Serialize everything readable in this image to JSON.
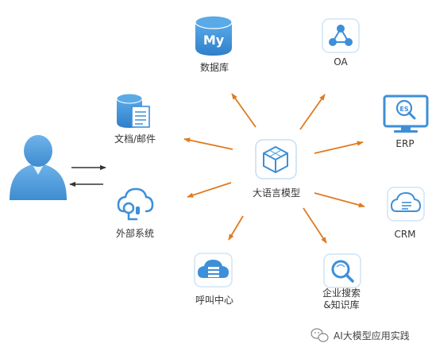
{
  "nodes": {
    "database": {
      "label": "数据库",
      "icon": "mysql-database-icon"
    },
    "oa": {
      "label": "OA",
      "icon": "network-nodes-icon"
    },
    "docs_mail": {
      "label": "文档/邮件",
      "icon": "database-document-icon"
    },
    "erp": {
      "label": "ERP",
      "icon": "monitor-erp-icon"
    },
    "llm": {
      "label": "大语言模型",
      "icon": "cube-model-icon"
    },
    "external": {
      "label": "外部系统",
      "icon": "cloud-headset-icon"
    },
    "crm": {
      "label": "CRM",
      "icon": "cloud-list-icon"
    },
    "call_center": {
      "label": "呼叫中心",
      "icon": "cloud-server-icon"
    },
    "search": {
      "label": "企业搜索\n&知识库",
      "icon": "search-refresh-icon"
    }
  },
  "user": {
    "icon": "user-avatar-icon"
  },
  "watermark": {
    "text": "AI大模型应用实践",
    "icon": "wechat-icon"
  },
  "colors": {
    "arrow_orange": "#E07A20",
    "arrow_dark": "#333333",
    "icon_blue": "#3D8FD8",
    "icon_light": "#5AAAE8",
    "tile_border": "#CFE3F6",
    "user_blue": "#4E9BDA"
  }
}
